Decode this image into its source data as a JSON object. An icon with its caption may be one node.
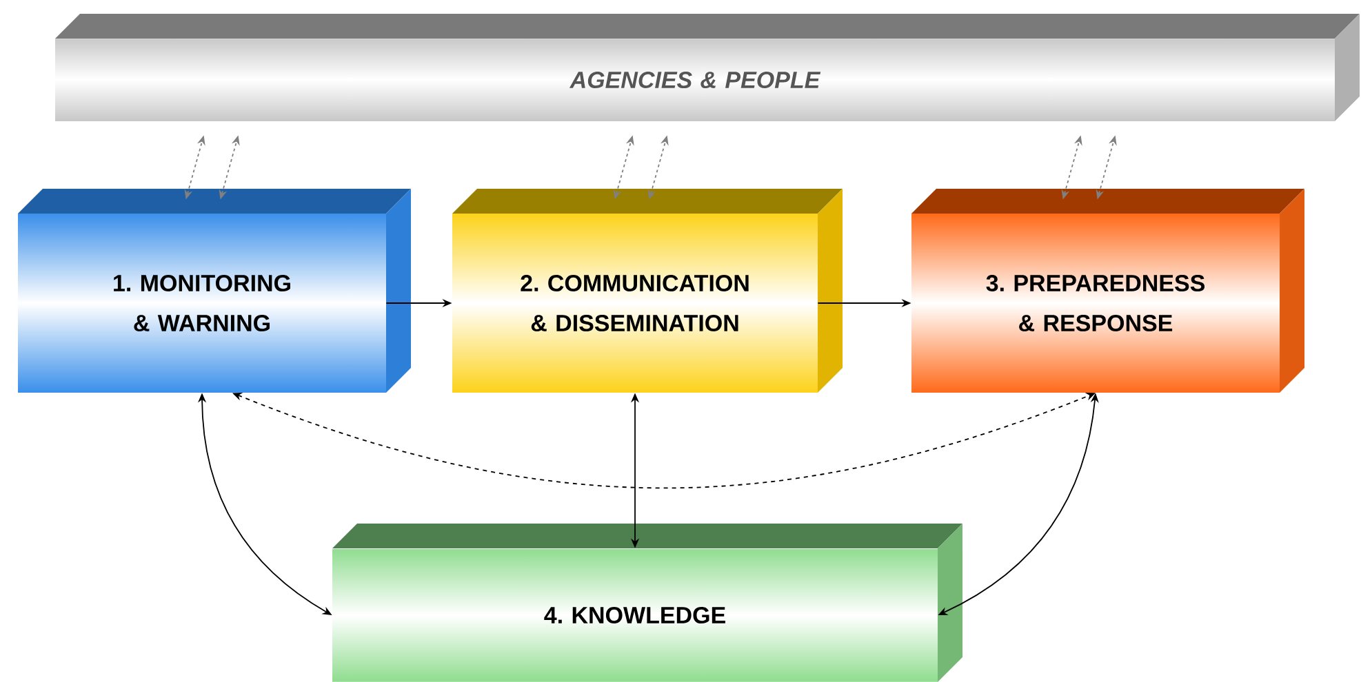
{
  "diagram": {
    "nodes": [
      {
        "text": [
          "AGENCIES & PEOPLE"
        ]
      },
      {
        "text": [
          "1. MONITORING & WARNING"
        ]
      },
      {
        "text": [
          "2. COMMUNICATION & DISSEMINATION"
        ]
      },
      {
        "text": [
          "3. PREPAREDNESS & RESPONSE"
        ]
      },
      {
        "text": [
          "4. KNOWLEDGE"
        ]
      }
    ],
    "edges": [
      {
        "from": 1,
        "to": 0,
        "arrow": "both",
        "style": "dashed",
        "color": "#808080"
      },
      {
        "from": 1,
        "to": 0,
        "arrow": "both",
        "style": "dashed",
        "color": "#808080"
      },
      {
        "from": 2,
        "to": 0,
        "arrow": "both",
        "style": "dashed",
        "color": "#808080"
      },
      {
        "from": 2,
        "to": 0,
        "arrow": "both",
        "style": "dashed",
        "color": "#808080"
      },
      {
        "from": 3,
        "to": 0,
        "arrow": "both",
        "style": "dashed",
        "color": "#808080"
      },
      {
        "from": 3,
        "to": 0,
        "arrow": "both",
        "style": "dashed",
        "color": "#808080"
      },
      {
        "from": 1,
        "to": 2,
        "arrow": "to",
        "color": "#000000"
      },
      {
        "from": 2,
        "to": 3,
        "arrow": "to",
        "color": "#000000"
      },
      {
        "from": 1,
        "to": 3,
        "arrow": "both",
        "style": "dashed",
        "color": "#000000"
      },
      {
        "from": 1,
        "to": 4,
        "arrow": "both",
        "color": "#000000"
      },
      {
        "from": 2,
        "to": 4,
        "arrow": "both",
        "color": "#000000"
      },
      {
        "from": 3,
        "to": 4,
        "arrow": "both",
        "color": "#000000"
      }
    ]
  }
}
